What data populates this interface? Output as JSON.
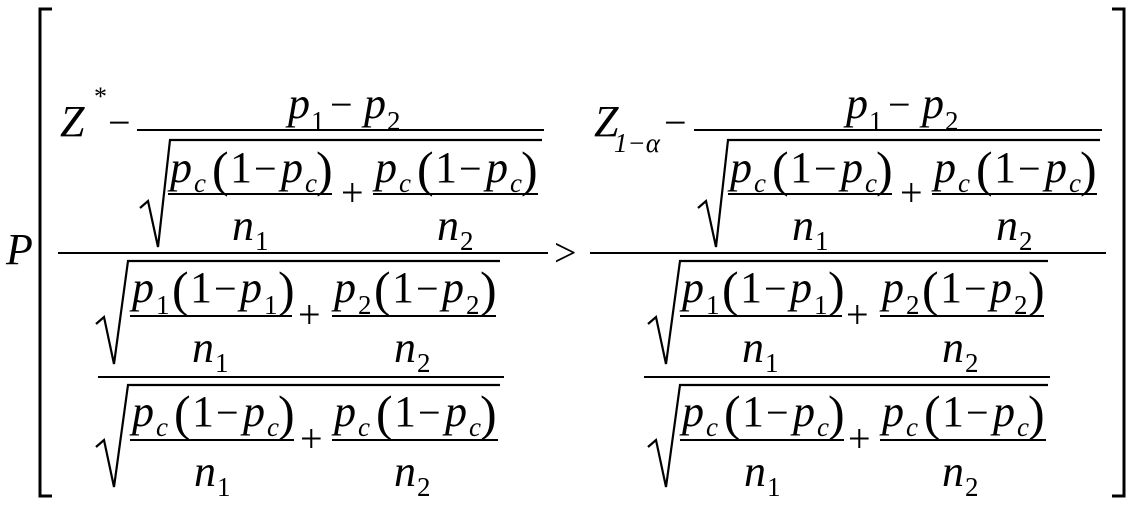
{
  "formula": {
    "symbols": {
      "P": "P",
      "Z": "Z",
      "star": "*",
      "p": "p",
      "n": "n",
      "one": "1",
      "two": "2",
      "c": "c",
      "minus": "−",
      "plus": "+",
      "greater": ">",
      "lparen": "(",
      "rparen": ")",
      "one_minus_alpha": "1−α"
    }
  }
}
